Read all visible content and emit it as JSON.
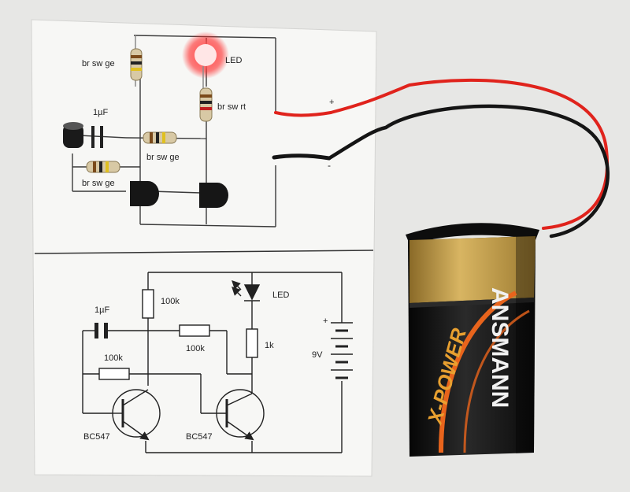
{
  "colors": {
    "background": "#e7e7e5",
    "paper": "#f7f7f5",
    "led_glow": "#ff2a2a",
    "wire_red": "#e0231c",
    "wire_black": "#151515",
    "battery_gold": "#c8a24a",
    "battery_black": "#121212",
    "battery_orange": "#e8641c"
  },
  "photo_board": {
    "resistor_top_left": "br sw ge",
    "led": "LED",
    "resistor_led": "br sw rt",
    "capacitor": "1µF",
    "resistor_middle": "br sw ge",
    "resistor_bottom": "br sw ge",
    "terminal_positive": "+",
    "terminal_negative": "-"
  },
  "schematic": {
    "r_left": "100k",
    "led": "LED",
    "capacitor": "1µF",
    "r_middle": "100k",
    "r_led": "1k",
    "r_feedback": "100k",
    "battery_voltage": "9V",
    "battery_plus": "+",
    "transistor_left": "BC547",
    "transistor_right": "BC547"
  },
  "battery": {
    "brand": "ANSMANN",
    "model": "X-POWER"
  }
}
